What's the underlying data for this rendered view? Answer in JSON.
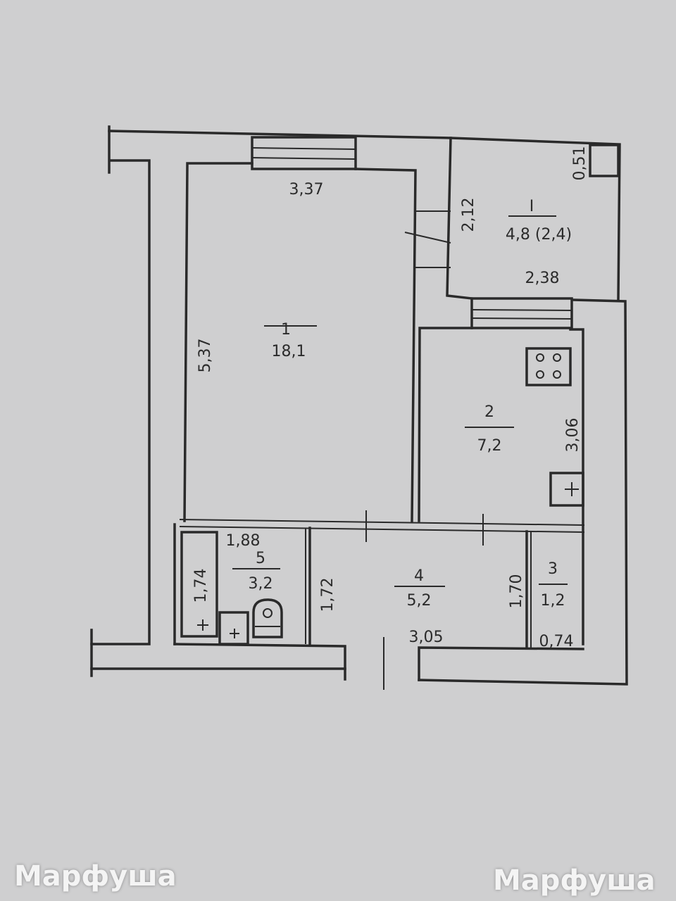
{
  "rooms": [
    {
      "number": "1",
      "area": "18,1"
    },
    {
      "number": "2",
      "area": "7,2"
    },
    {
      "number": "3",
      "area": "1,2"
    },
    {
      "number": "4",
      "area": "5,2"
    },
    {
      "number": "5",
      "area": "3,2"
    },
    {
      "number": "I",
      "area": "4,8 (2,4)"
    }
  ],
  "dimensions": {
    "room1_width": "3,37",
    "room1_length": "5,37",
    "balcony_height": "2,12",
    "balcony_width": "2,38",
    "balcony_niche": "0,51",
    "kitchen_length": "3,06",
    "bath_width": "1,88",
    "bath_length": "1,74",
    "hall_depth": "1,72",
    "hall_width": "3,05",
    "closet_depth": "1,70",
    "closet_width": "0,74"
  },
  "watermark": "Марфуша"
}
